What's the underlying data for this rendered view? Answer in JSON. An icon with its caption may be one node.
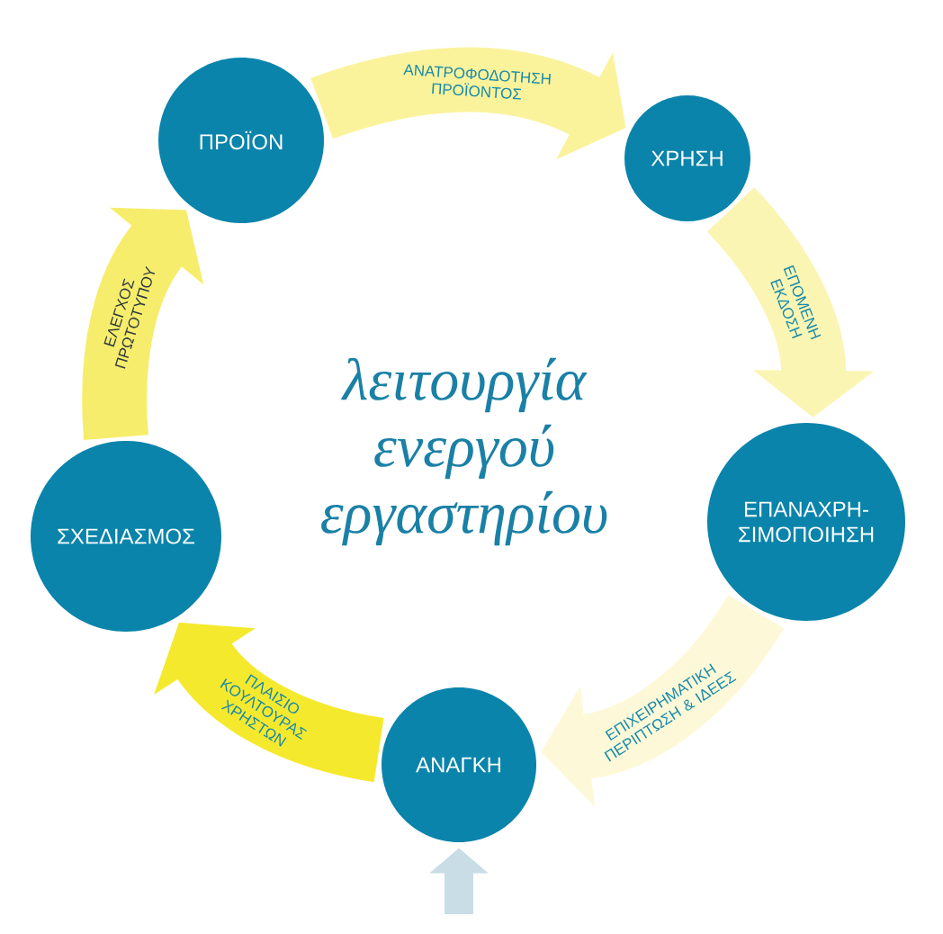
{
  "diagram": {
    "title": "λειτουργία ενεργού εργαστηρίου",
    "nodes": [
      {
        "text": [
          "ΠΡΟΪΟΝ"
        ]
      },
      {
        "text": [
          "ΧΡΗΣΗ"
        ]
      },
      {
        "text": [
          "ΣΧΕΔΙΑΣΜΟΣ"
        ]
      },
      {
        "text": [
          "ΕΠΑΝΑΧΡΗ- ΣΙΜΟΠΟΙΗΣΗ"
        ]
      },
      {
        "text": [
          "ΑΝΑΓΚΗ"
        ]
      }
    ],
    "edges": [
      {
        "from": 4,
        "to": 2,
        "arrow": "to",
        "label": "ΠΛΑΙΣΙΟ ΚΟΥΛΤΟΥΡΑΣ ΧΡΗΣΤΩΝ",
        "color": "#f5e92e"
      },
      {
        "from": 2,
        "to": 0,
        "arrow": "to",
        "label": "ΕΛΕΓΧΟΣ ΠΡΩΤΟΤΥΠΟΥ",
        "color": "#f7ed6c"
      },
      {
        "from": 0,
        "to": 1,
        "arrow": "to",
        "label": "ΑΝΑΤΡΟΦΟΔΟΤΗΣΗ ΠΡΟΪΟΝΤΟΣ",
        "color": "#faf39c"
      },
      {
        "from": 1,
        "to": 3,
        "arrow": "to",
        "label": "ΕΠΟΜΕΝΗ ΕΚΔΟΣΗ",
        "color": "#fbf5b4"
      },
      {
        "from": 3,
        "to": 4,
        "arrow": "to",
        "label": "ΕΠΙΧΕΙΡΗΜΑΤΙΚΗ ΠΕΡΙΠΤΩΣΗ & ΙΔΕΕΣ",
        "color": "#fdf9d8"
      },
      {
        "from": null,
        "to": 4,
        "arrow": "to",
        "color": "#c9dde6"
      }
    ]
  }
}
